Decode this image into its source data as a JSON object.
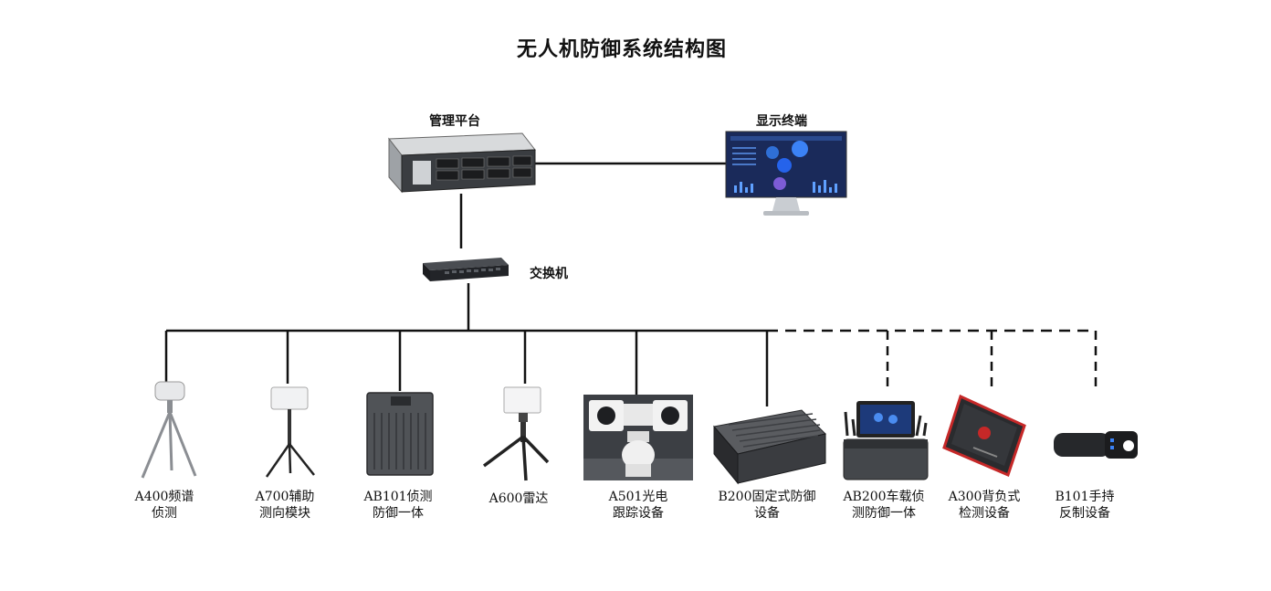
{
  "title": "无人机防御系统结构图",
  "nodes": {
    "management_platform": "管理平台",
    "display_terminal": "显示终端",
    "switch": "交换机"
  },
  "devices": [
    {
      "line1": "A400频谱",
      "line2": "侦测",
      "icon": "tripod-antenna-icon",
      "link": "solid"
    },
    {
      "line1": "A700辅助",
      "line2": "测向模块",
      "icon": "tripod-panel-antenna-icon",
      "link": "solid"
    },
    {
      "line1": "AB101侦测",
      "line2": "防御一体",
      "icon": "equipment-cabinet-icon",
      "link": "solid"
    },
    {
      "line1": "A600雷达",
      "line2": "",
      "icon": "radar-tripod-icon",
      "link": "solid"
    },
    {
      "line1": "A501光电",
      "line2": "跟踪设备",
      "icon": "ptz-camera-icon",
      "link": "solid"
    },
    {
      "line1": "B200固定式防御",
      "line2": "设备",
      "icon": "rugged-case-icon",
      "link": "solid"
    },
    {
      "line1": "AB200车载侦",
      "line2": "测防御一体",
      "icon": "portable-console-icon",
      "link": "dashed"
    },
    {
      "line1": "A300背负式",
      "line2": "检测设备",
      "icon": "backpack-unit-icon",
      "link": "dashed"
    },
    {
      "line1": "B101手持",
      "line2": "反制设备",
      "icon": "handheld-jammer-icon",
      "link": "dashed"
    }
  ]
}
